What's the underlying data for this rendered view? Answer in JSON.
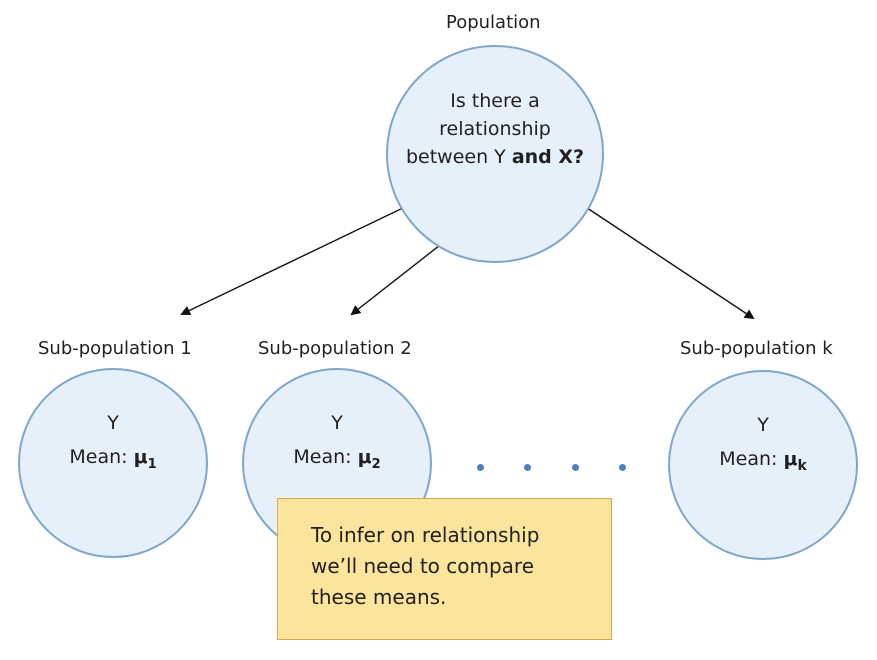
{
  "population": {
    "label": "Population",
    "question_line1": "Is there a",
    "question_line2": "relationship",
    "question_line3_prefix": "between Y ",
    "question_line3_bold": "and X?"
  },
  "subpopulations": [
    {
      "label": "Sub-population 1",
      "var": "Y",
      "mean_prefix": "Mean: ",
      "mu": "μ",
      "subscript": "1"
    },
    {
      "label": "Sub-population 2",
      "var": "Y",
      "mean_prefix": "Mean: ",
      "mu": "μ",
      "subscript": "2"
    },
    {
      "label": "Sub-population k",
      "var": "Y",
      "mean_prefix": "Mean: ",
      "mu": "μ",
      "subscript": "k"
    }
  ],
  "note": {
    "line1": "To infer on relationship",
    "line2": "we’ll need to compare",
    "line3": "these means."
  },
  "colors": {
    "circle_fill": "#e6f0fa",
    "circle_border": "#7fa6cc",
    "dot": "#4f81bd",
    "note_fill": "#fbe59d",
    "note_border": "#e0a64a"
  }
}
